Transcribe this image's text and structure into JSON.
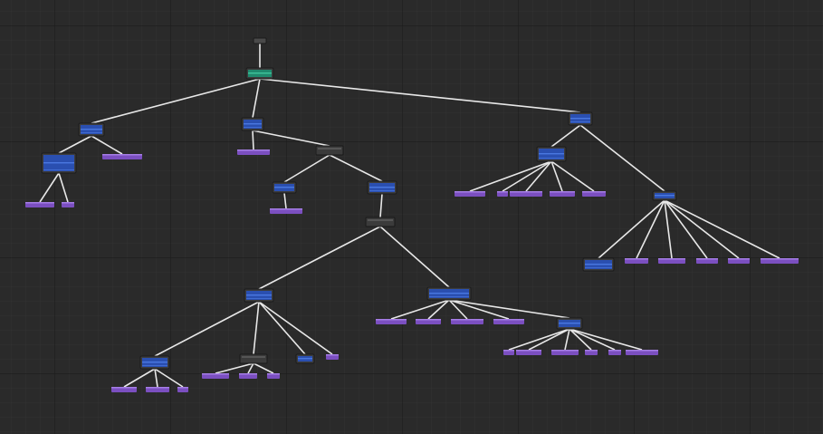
{
  "graph": {
    "colors": {
      "background": "#2a2a2a",
      "grid_minor": "#323232",
      "grid_major": "#1c1c1c",
      "edge": "#e8e8e8",
      "root": "#1f8a6e",
      "composite": "#2a4fb0",
      "composite_highlight": "#4a78e0",
      "decorator": "#3b3b3b",
      "task": "#7b4fc0",
      "task_highlight": "#a67ee6"
    },
    "node_kinds": {
      "entry": "entry-node",
      "root": "root-node",
      "composite": "composite-node",
      "decorator": "decorator-node",
      "task": "task-node"
    }
  }
}
